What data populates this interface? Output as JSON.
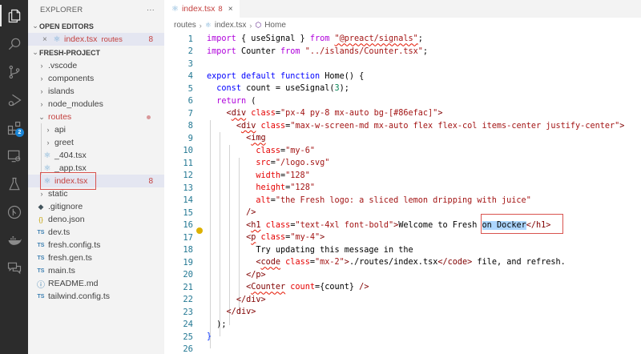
{
  "activity_bar": {
    "items": [
      {
        "icon": "files-icon",
        "active": true
      },
      {
        "icon": "search-icon"
      },
      {
        "icon": "source-control-icon"
      },
      {
        "icon": "run-debug-icon"
      },
      {
        "icon": "extensions-icon",
        "badge": "2"
      },
      {
        "icon": "remote-explorer-icon"
      },
      {
        "icon": "testing-icon"
      },
      {
        "icon": "git-graph-icon"
      },
      {
        "icon": "docker-icon"
      },
      {
        "icon": "live-share-chat-icon"
      }
    ]
  },
  "sidebar": {
    "title": "EXPLORER",
    "more": "···",
    "open_editors": {
      "label": "OPEN EDITORS",
      "items": [
        {
          "name": "index.tsx",
          "folder": "routes",
          "problems": "8"
        }
      ]
    },
    "project": {
      "label": "FRESH-PROJECT",
      "tree": [
        {
          "name": ".vscode",
          "type": "folder",
          "depth": 1
        },
        {
          "name": "components",
          "type": "folder",
          "depth": 1
        },
        {
          "name": "islands",
          "type": "folder",
          "depth": 1
        },
        {
          "name": "node_modules",
          "type": "folder",
          "depth": 1
        },
        {
          "name": "routes",
          "type": "folder-open",
          "depth": 1,
          "modified": true
        },
        {
          "name": "api",
          "type": "folder",
          "depth": 2
        },
        {
          "name": "greet",
          "type": "folder",
          "depth": 2
        },
        {
          "name": "_404.tsx",
          "type": "tsx",
          "depth": 2
        },
        {
          "name": "_app.tsx",
          "type": "tsx",
          "depth": 2
        },
        {
          "name": "index.tsx",
          "type": "tsx",
          "depth": 2,
          "problems": "8",
          "error": true
        },
        {
          "name": "static",
          "type": "folder",
          "depth": 1
        },
        {
          "name": ".gitignore",
          "type": "git",
          "depth": 0
        },
        {
          "name": "deno.json",
          "type": "json",
          "depth": 0
        },
        {
          "name": "dev.ts",
          "type": "ts",
          "depth": 0
        },
        {
          "name": "fresh.config.ts",
          "type": "ts",
          "depth": 0
        },
        {
          "name": "fresh.gen.ts",
          "type": "ts",
          "depth": 0
        },
        {
          "name": "main.ts",
          "type": "ts",
          "depth": 0
        },
        {
          "name": "README.md",
          "type": "md",
          "depth": 0
        },
        {
          "name": "tailwind.config.ts",
          "type": "ts",
          "depth": 0
        }
      ]
    }
  },
  "editor": {
    "tab": {
      "name": "index.tsx",
      "problems": "8",
      "close": "×"
    },
    "breadcrumbs": [
      "routes",
      "index.tsx",
      "Home"
    ],
    "lines": [
      {
        "n": "1"
      },
      {
        "n": "2"
      },
      {
        "n": "3"
      },
      {
        "n": "4"
      },
      {
        "n": "5"
      },
      {
        "n": "6"
      },
      {
        "n": "7"
      },
      {
        "n": "8"
      },
      {
        "n": "9"
      },
      {
        "n": "10"
      },
      {
        "n": "11"
      },
      {
        "n": "12"
      },
      {
        "n": "13"
      },
      {
        "n": "14"
      },
      {
        "n": "15"
      },
      {
        "n": "16"
      },
      {
        "n": "17"
      },
      {
        "n": "18"
      },
      {
        "n": "19"
      },
      {
        "n": "20"
      },
      {
        "n": "21"
      },
      {
        "n": "22"
      },
      {
        "n": "23"
      },
      {
        "n": "24"
      },
      {
        "n": "25"
      },
      {
        "n": "26"
      }
    ],
    "tokens": {
      "import": "import",
      "from": "from",
      "l1_a": " { useSignal } ",
      "l1_str": "\"@preact/signals\"",
      "semi": ";",
      "l2_a": " Counter ",
      "l2_str": "\"../islands/Counter.tsx\"",
      "export": "export",
      "default": "default",
      "function": "function",
      "home": " Home() {",
      "const": "const",
      "l5_a": " count = useSignal(",
      "l5_num": "3",
      "l5_b": ");",
      "return": "return",
      "paren_open": " (",
      "lt": "<",
      "gt": ">",
      "div": "div",
      "class_attr": "class",
      "eq": "=",
      "l7_str": "\"px-4 py-8 mx-auto bg-[#86efac]\"",
      "l8_str": "\"max-w-screen-md mx-auto flex flex-col items-center justify-center\"",
      "img": "img",
      "l10_str": "\"my-6\"",
      "src_attr": "src",
      "l11_str": "\"/logo.svg\"",
      "width_attr": "width",
      "l12_str": "\"128\"",
      "height_attr": "height",
      "l13_str": "\"128\"",
      "alt_attr": "alt",
      "l14_str": "\"the Fresh logo: a sliced lemon dripping with juice\"",
      "selfclose": "/>",
      "h1": "h1",
      "l16_str": "\"text-4xl font-bold\"",
      "l16_text": "Welcome to Fresh ",
      "l16_sel": "on Docker",
      "h1_close": "</h1>",
      "p": "p",
      "l17_str": "\"my-4\"",
      "l18_text": "Try updating this message in the",
      "code": "code",
      "l19_str": "\"mx-2\"",
      "l19_text": "./routes/index.tsx",
      "code_close": "</code>",
      "l19_tail": " file, and refresh.",
      "p_close": "</p>",
      "counter": "Counter",
      "count_attr": " count",
      "l21_expr": "{count}",
      "l21_end": " />",
      "div_close": "</div>",
      "l24": ");",
      "l25": "}"
    }
  }
}
